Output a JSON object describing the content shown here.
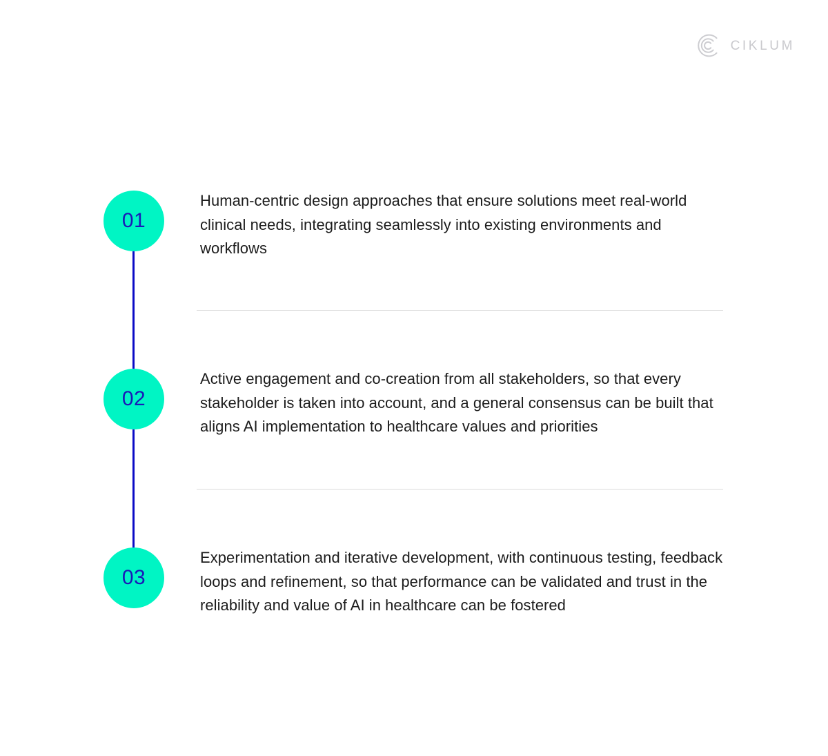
{
  "brand": {
    "logo_icon": "ciklum-c-mark-icon",
    "wordmark": "CIKLUM",
    "wordmark_color": "#c9c9cd"
  },
  "theme": {
    "background": "#ffffff",
    "badge_fill": "#00f5c4",
    "badge_text": "#1a1ab8",
    "connector_line": "#0b0bc6",
    "divider": "#dcdcdc",
    "body_text": "#1c1c1c"
  },
  "timeline": {
    "steps": [
      {
        "number": "01",
        "text": "Human-centric design approaches that ensure solutions meet real-world clinical needs, integrating seamlessly into existing environments and workflows"
      },
      {
        "number": "02",
        "text": "Active engagement and co-creation from all stakeholders, so that every stakeholder is taken into account, and a general consensus can be built that aligns AI implementation to healthcare values and priorities"
      },
      {
        "number": "03",
        "text": "Experimentation and iterative development, with continuous testing, feedback loops and refinement, so that performance can be validated and trust in the reliability and value of AI in healthcare can be fostered"
      }
    ]
  }
}
